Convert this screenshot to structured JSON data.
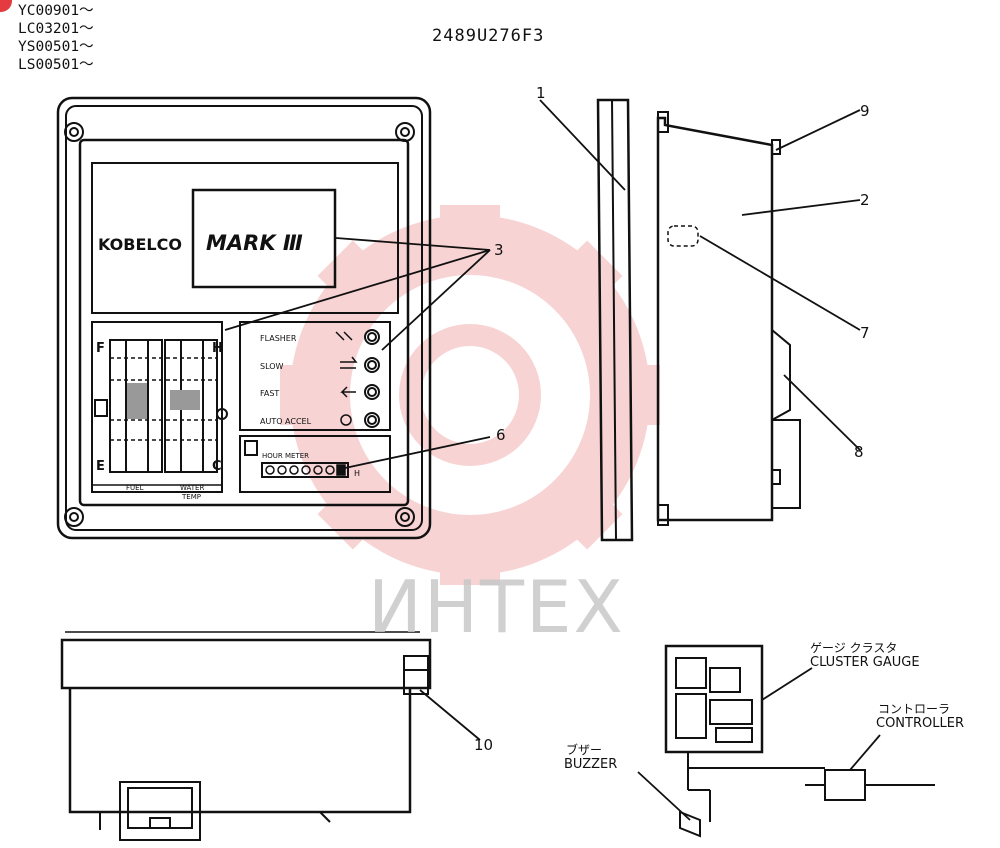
{
  "serial_numbers": [
    "YC00901〜",
    "LC03201〜",
    "YS00501〜",
    "LS00501〜"
  ],
  "document_id": "2489U276F3",
  "front_panel": {
    "brand": "KOBELCO",
    "model": "MARK Ⅲ",
    "gauges": {
      "fuel_top": "F",
      "fuel_bottom": "E",
      "temp_top": "H",
      "temp_bottom": "C",
      "fuel_label": "FUEL",
      "water_label_1": "WATER",
      "water_label_2": "TEMP"
    },
    "indicators": [
      "FLASHER",
      "SLOW",
      "FAST",
      "AUTO ACCEL"
    ],
    "hour_meter_label": "HOUR METER",
    "hour_meter_unit": "H"
  },
  "callouts": [
    "1",
    "2",
    "3",
    "6",
    "7",
    "8",
    "9",
    "10"
  ],
  "system_diagram": {
    "cluster_gauge_jp": "ゲージ クラスタ",
    "cluster_gauge_en": "CLUSTER GAUGE",
    "controller_jp": "コントローラ",
    "controller_en": "CONTROLLER",
    "buzzer_jp": "ブザー",
    "buzzer_en": "BUZZER"
  },
  "watermark": "ИНТЕХ",
  "colors": {
    "line": "#111111",
    "watermark": "#f2b0b0"
  }
}
